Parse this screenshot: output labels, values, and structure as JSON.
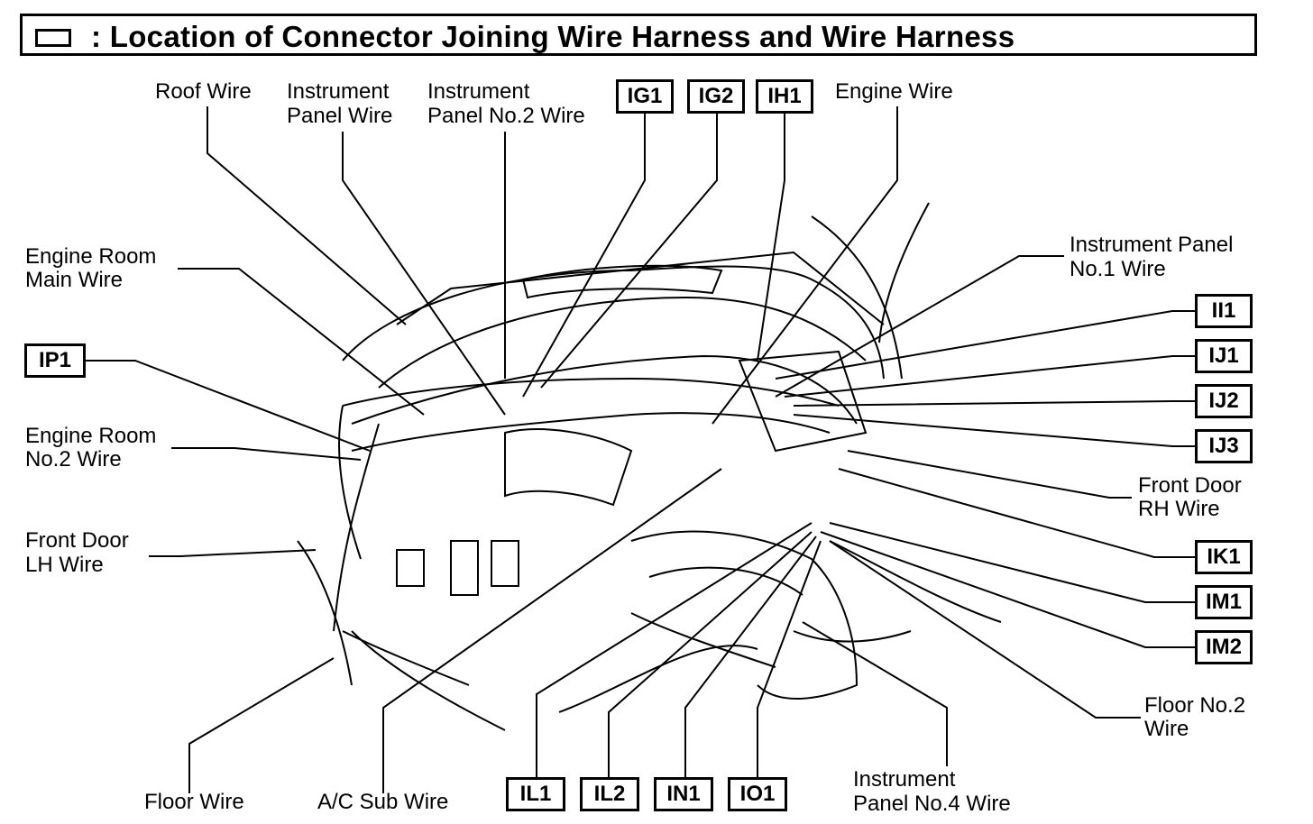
{
  "title": ": Location of Connector Joining Wire Harness and Wire Harness",
  "labels": {
    "roof_wire": "Roof Wire",
    "instrument_panel_wire_1": "Instrument",
    "instrument_panel_wire_2": "Panel Wire",
    "instrument_panel_no2_1": "Instrument",
    "instrument_panel_no2_2": "Panel No.2 Wire",
    "engine_wire": "Engine Wire",
    "engine_room_main_1": "Engine Room",
    "engine_room_main_2": "Main Wire",
    "engine_room_no2_1": "Engine Room",
    "engine_room_no2_2": "No.2 Wire",
    "front_door_lh_1": "Front Door",
    "front_door_lh_2": "LH Wire",
    "floor_wire": "Floor Wire",
    "ac_sub_wire": "A/C Sub Wire",
    "instrument_panel_no4_1": "Instrument",
    "instrument_panel_no4_2": "Panel No.4 Wire",
    "floor_no2_1": "Floor No.2",
    "floor_no2_2": "Wire",
    "front_door_rh_1": "Front Door",
    "front_door_rh_2": "RH Wire",
    "instrument_panel_no1_1": "Instrument Panel",
    "instrument_panel_no1_2": "No.1 Wire"
  },
  "codes": {
    "ig1": "IG1",
    "ig2": "IG2",
    "ih1": "IH1",
    "ip1": "IP1",
    "ii1": "II1",
    "ij1": "IJ1",
    "ij2": "IJ2",
    "ij3": "IJ3",
    "ik1": "IK1",
    "im1": "IM1",
    "im2": "IM2",
    "il1": "IL1",
    "il2": "IL2",
    "in1": "IN1",
    "io1": "IO1"
  }
}
